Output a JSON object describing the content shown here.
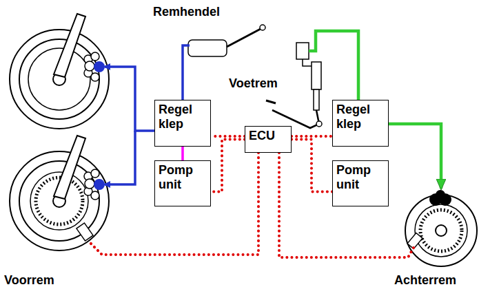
{
  "diagram": {
    "nodes": [
      {
        "text": [
          "Regel klep"
        ]
      },
      {
        "text": [
          "ECU"
        ]
      },
      {
        "text": [
          "Regel klep"
        ]
      },
      {
        "text": [
          "Pomp unit"
        ]
      },
      {
        "text": [
          "Pomp unit"
        ]
      }
    ],
    "edges": [
      {
        "from": 0,
        "to": 3,
        "arrow": "none"
      },
      {
        "from": 1,
        "to": 0,
        "arrow": "none"
      },
      {
        "from": 1,
        "to": 3,
        "arrow": "none"
      },
      {
        "from": 1,
        "to": 2,
        "arrow": "none"
      },
      {
        "from": 1,
        "to": 4,
        "arrow": "none"
      }
    ],
    "labels": [
      "Remhendel",
      "Voetrem",
      "Voorrem",
      "Achterrem"
    ]
  }
}
